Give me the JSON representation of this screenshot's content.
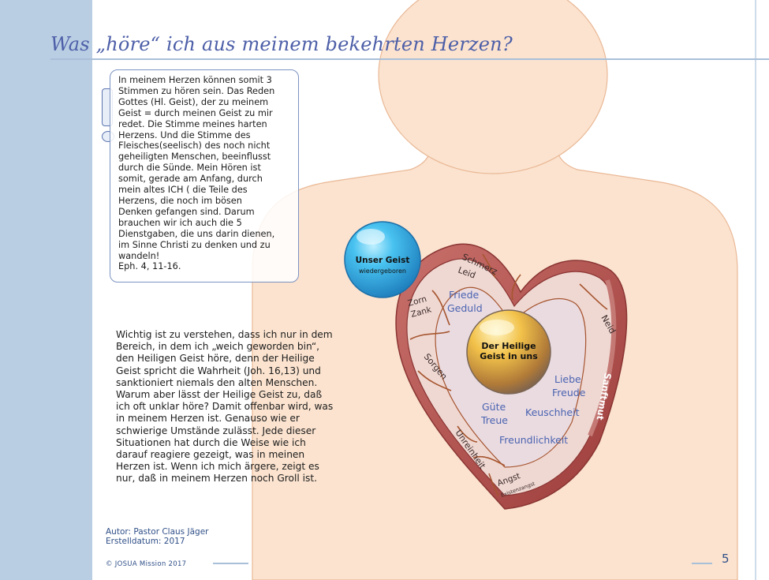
{
  "slide": {
    "title": "Was „höre“ ich aus meinem bekehrten Herzen?",
    "textbox": {
      "lines": [
        "In meinem Herzen können somit 3",
        "Stimmen zu hören sein. Das Reden",
        "Gottes (Hl. Geist), der zu meinem",
        "Geist = durch meinen Geist zu mir",
        "redet. Die Stimme meines harten",
        "Herzens. Und die Stimme des",
        "Fleisches(seelisch) des noch nicht",
        "geheiligten Menschen, beeinflusst",
        "durch die Sünde. Mein Hören ist",
        "somit, gerade am Anfang, durch",
        "mein altes ICH ( die Teile des",
        "Herzens, die noch im bösen",
        "Denken gefangen sind. Darum",
        "brauchen wir ich auch die 5",
        "Dienstgaben, die uns darin dienen,",
        "im Sinne Christi zu denken und zu",
        "wandeln!"
      ],
      "reference": "Eph. 4, 11-16."
    },
    "body_lines": [
      "Wichtig ist zu verstehen, dass ich nur in dem",
      "Bereich, in dem ich „weich geworden bin“,",
      "den Heiligen  Geist höre, denn der Heilige",
      "Geist spricht die Wahrheit (Joh. 16,13) und",
      "sanktioniert niemals  den alten Menschen.",
      "Warum  aber lässt der Heilige  Geist zu, daß",
      "ich oft unklar höre? Damit offenbar wird, was",
      "in meinem  Herzen ist. Genauso wie er",
      "schwierige Umstände  zulässt. Jede dieser",
      "Situationen hat durch die Weise wie ich",
      "darauf reagiere gezeigt, was in meinen",
      "Herzen ist. Wenn ich mich ärgere, zeigt es",
      "nur, daß in meinem  Herzen noch Groll ist."
    ],
    "author": "Autor: Pastor Claus Jäger",
    "created": "Erstelldatum: 2017",
    "copyright": "© JOSUA Mission 2017",
    "page_number": "5"
  },
  "figure": {
    "spirit_sphere": {
      "title": "Unser Geist",
      "subtitle": "wiedergeboren",
      "color": "#3aa8e0"
    },
    "holy_spirit_sphere": {
      "line1": "Der Heilige",
      "line2": "Geist in uns",
      "color": "#e8b84a"
    },
    "outer_labels": {
      "schmerz": "Schmerz",
      "leid": "Leid",
      "zorn": "Zorn",
      "zank": "Zank",
      "sorgen": "Sorgen",
      "unreinheit": "Unreinheit",
      "angst": "Angst",
      "existenzangst": "Existenzangst",
      "neid": "Neid",
      "sanftmut": "Sanftmut"
    },
    "inner_labels": {
      "friede": "Friede",
      "geduld": "Geduld",
      "liebe": "Liebe",
      "freude": "Freude",
      "guete": "Güte",
      "treue": "Treue",
      "keuschheit": "Keuschheit",
      "freundlichkeit": "Freundlichkeit"
    },
    "colors": {
      "silhouette": "#fbe3cf",
      "heart_rim": "#b5524f",
      "heart_inner": "#f2ddd8",
      "label_blue": "#4a63b0"
    }
  }
}
